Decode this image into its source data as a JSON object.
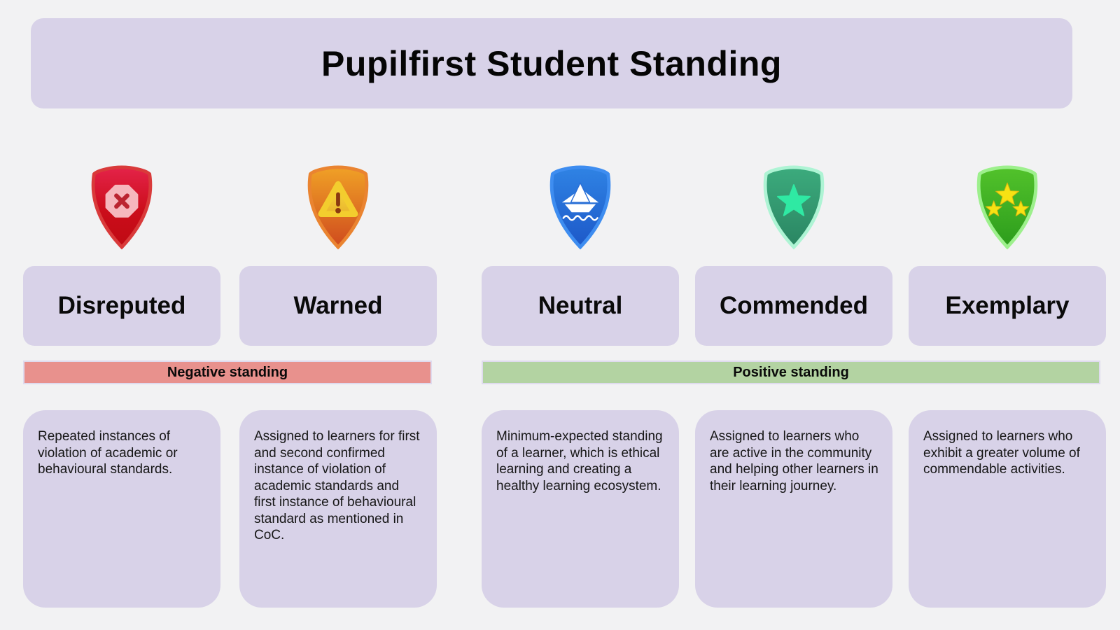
{
  "title": "Pupilfirst Student Standing",
  "banners": {
    "negative": {
      "label": "Negative standing",
      "color": "#e8918d",
      "applies_to": [
        "Disreputed",
        "Warned"
      ]
    },
    "positive": {
      "label": "Positive standing",
      "color": "#b3d3a2",
      "applies_to": [
        "Neutral",
        "Commended",
        "Exemplary"
      ]
    }
  },
  "standings": [
    {
      "name": "Disreputed",
      "group": "negative",
      "icon": "red-shield-x-octagon-icon",
      "shield_colors": {
        "rim": "#d93a3a",
        "top": "#e42349",
        "bottom": "#bf0a13",
        "badge": "#f6b7bd",
        "glyph": "#bb2430"
      },
      "description": "Repeated instances of violation of academic or behavioural standards."
    },
    {
      "name": "Warned",
      "group": "negative",
      "icon": "orange-shield-warning-triangle-icon",
      "shield_colors": {
        "rim": "#ea8430",
        "top": "#ef9b25",
        "bottom": "#cf4a1e",
        "badge": "#f6d32d",
        "glyph": "#8a3a10"
      },
      "description": "Assigned to learners for first and second confirmed instance of violation of academic standards and first instance of behavioural standard as mentioned in CoC."
    },
    {
      "name": "Neutral",
      "group": "positive",
      "icon": "blue-shield-paper-boat-icon",
      "shield_colors": {
        "rim": "#3e8df0",
        "top": "#2f83e4",
        "bottom": "#1d58c8",
        "badge": "#ffffff",
        "glyph": "#2a6fd6"
      },
      "description": "Minimum-expected standing of a learner, which is ethical learning and creating a healthy learning ecosystem."
    },
    {
      "name": "Commended",
      "group": "positive",
      "icon": "teal-shield-single-star-icon",
      "shield_colors": {
        "rim": "#aef4d4",
        "top": "#3cab7d",
        "bottom": "#2a8562",
        "badge": "#2fe9a3",
        "glyph": "#2fe9a3"
      },
      "description": "Assigned to learners who are active in the community and helping other learners in their learning journey."
    },
    {
      "name": "Exemplary",
      "group": "positive",
      "icon": "green-shield-three-stars-icon",
      "shield_colors": {
        "rim": "#9df08c",
        "top": "#52c22b",
        "bottom": "#2c9c1c",
        "badge": "#f7e213",
        "glyph": "#d8b50e"
      },
      "description": "Assigned to learners who exhibit a greater volume of commendable activities."
    }
  ],
  "colors": {
    "background": "#f2f2f3",
    "panel": "#d8d2e8",
    "banner_border": "#dfdbee",
    "text": "#0d0d0d"
  }
}
